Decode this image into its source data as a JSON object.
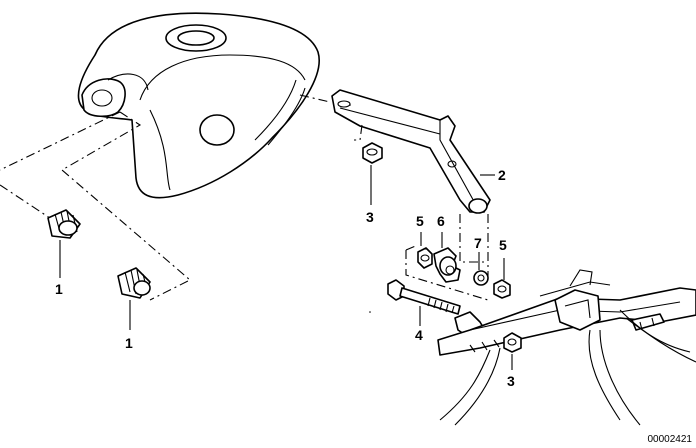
{
  "callouts": {
    "nut_left_upper": "1",
    "nut_left_lower": "1",
    "bracket": "2",
    "nut_mid": "3",
    "nut_lower": "3",
    "bolt": "4",
    "screw_left": "5",
    "screw_right": "5",
    "rubber_mount": "6",
    "washer": "7"
  },
  "document_number": "00002421",
  "colors": {
    "line": "#000000",
    "background": "#ffffff"
  }
}
